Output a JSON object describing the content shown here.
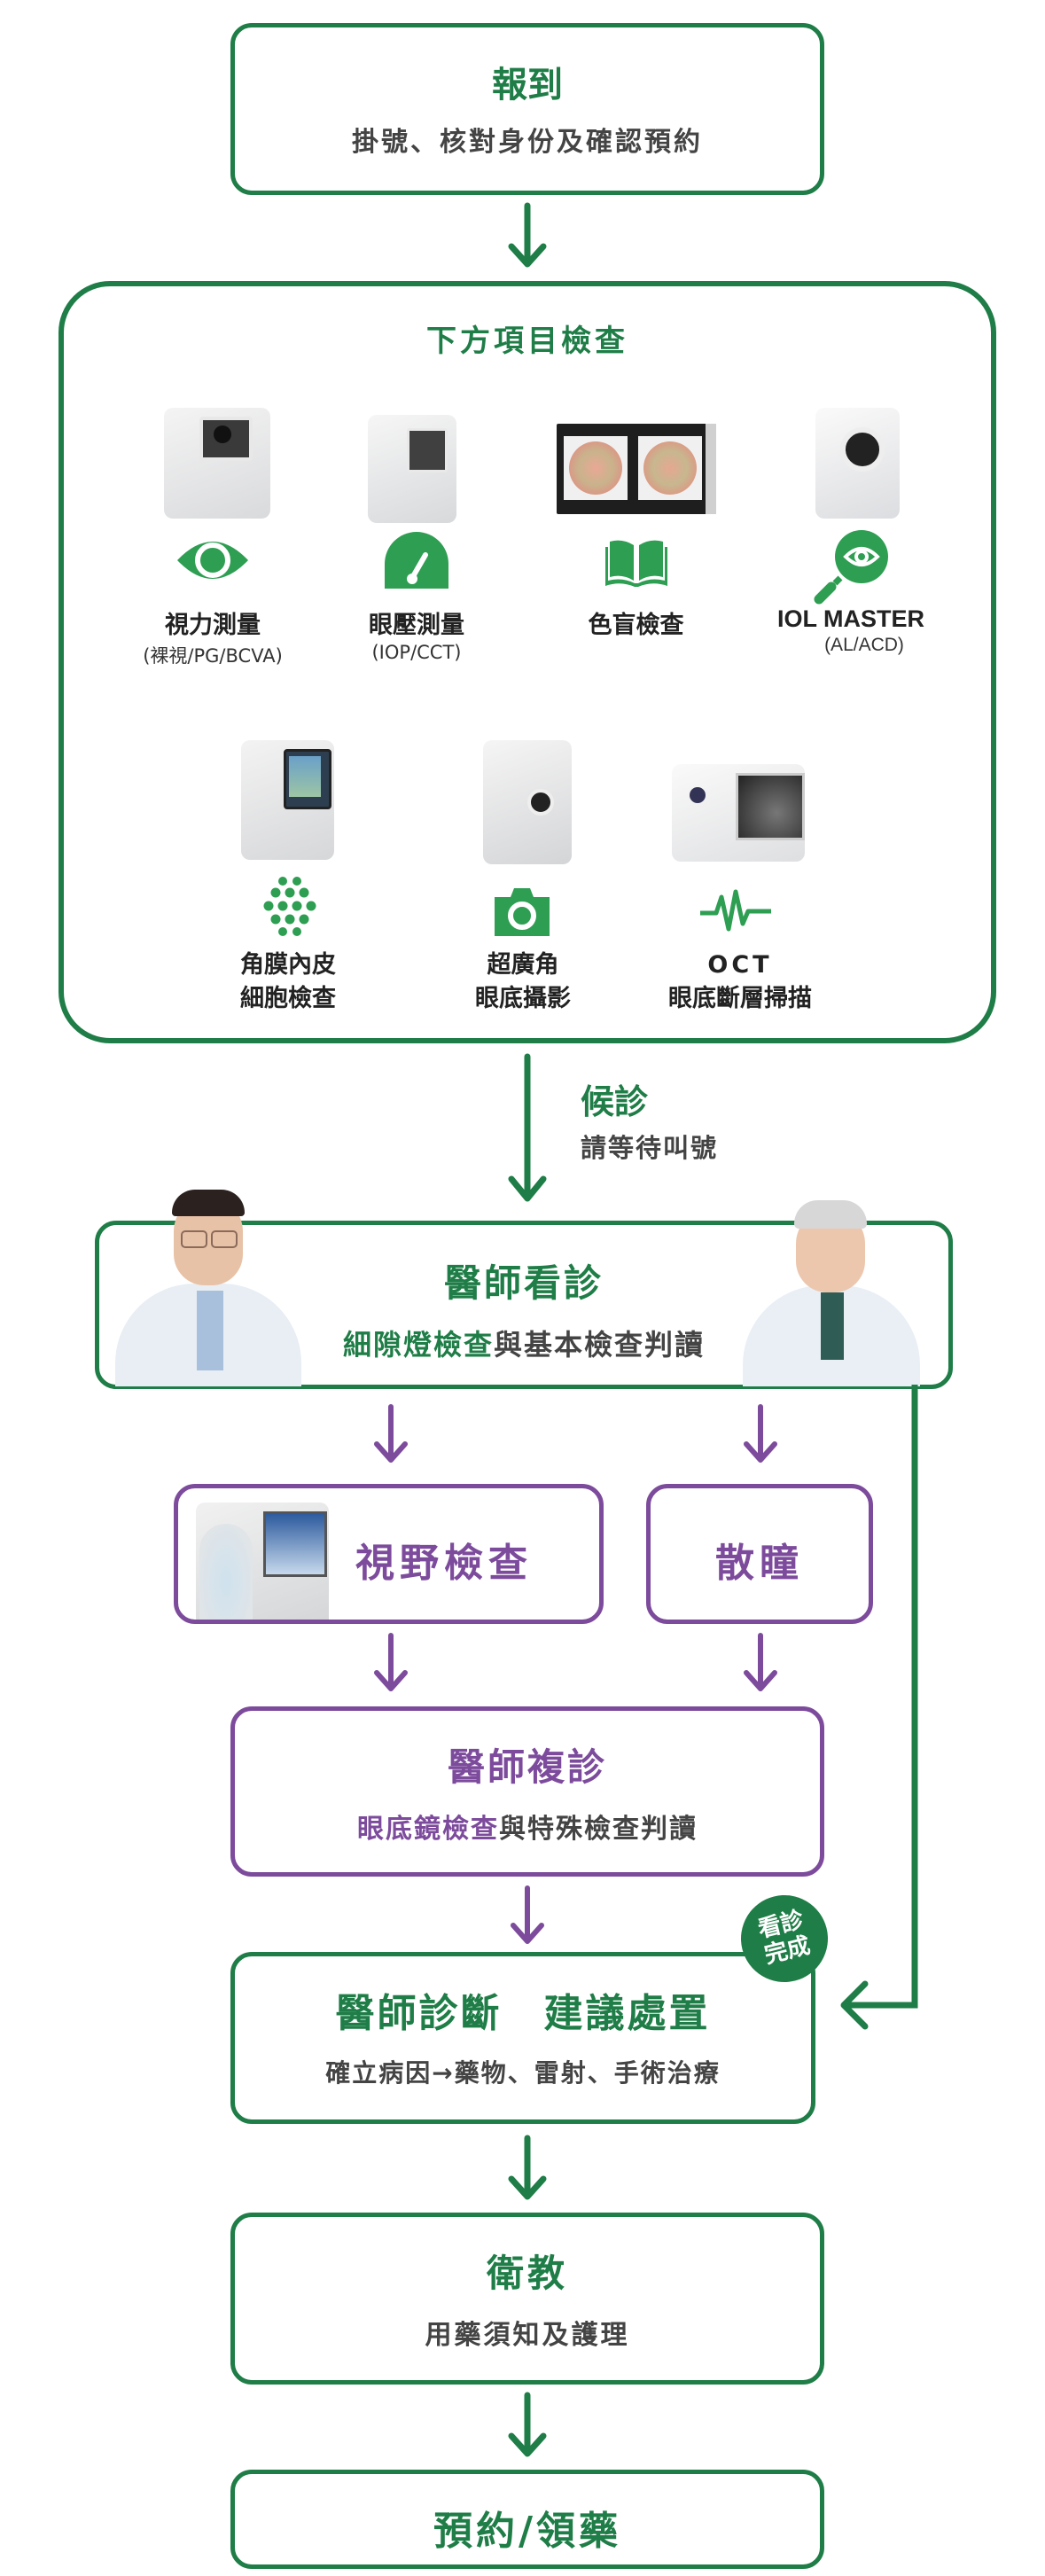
{
  "colors": {
    "green": "#1f7d47",
    "icon_green": "#2e9e52",
    "purple": "#7d4b9c",
    "text_dark": "#444444"
  },
  "checkin": {
    "title": "報到",
    "subtitle": "掛號、核對身份及確認預約"
  },
  "exams": {
    "title": "下方項目檢查",
    "items": [
      {
        "icon": "eye-icon",
        "device": "auto-refractor",
        "label": "視力測量",
        "sub": "(裸視/PG/BCVA)"
      },
      {
        "icon": "gauge-icon",
        "device": "tonometer",
        "label": "眼壓測量",
        "sub": "(IOP/CCT)"
      },
      {
        "icon": "book-icon",
        "device": "color-plate-book",
        "label": "色盲檢查",
        "sub": ""
      },
      {
        "icon": "eye-magnifier-icon",
        "device": "iol-master",
        "label": "IOL MASTER",
        "sub": "(AL/ACD)"
      },
      {
        "icon": "cells-icon",
        "device": "specular-microscope",
        "label": "角膜內皮",
        "label2": "細胞檢查"
      },
      {
        "icon": "camera-icon",
        "device": "fundus-camera",
        "label": "超廣角",
        "label2": "眼底攝影"
      },
      {
        "icon": "pulse-icon",
        "device": "oct-scanner",
        "label": "OCT",
        "label2": "眼底斷層掃描"
      }
    ]
  },
  "waiting": {
    "title": "候診",
    "subtitle": "請等待叫號"
  },
  "consult": {
    "title": "醫師看診",
    "subtitle_highlight": "細隙燈檢查",
    "subtitle_rest": "與基本檢查判讀"
  },
  "visual_field": {
    "title": "視野檢查"
  },
  "dilation": {
    "title": "散瞳"
  },
  "recheck": {
    "title": "醫師複診",
    "subtitle_highlight": "眼底鏡檢查",
    "subtitle_rest": "與特殊檢查判讀"
  },
  "diagnosis": {
    "title": "醫師診斷　建議處置",
    "subtitle": "確立病因→藥物、雷射、手術治療",
    "badge_line1": "看診",
    "badge_line2": "完成"
  },
  "education": {
    "title": "衛教",
    "subtitle": "用藥須知及護理"
  },
  "final": {
    "title": "預約/領藥"
  }
}
